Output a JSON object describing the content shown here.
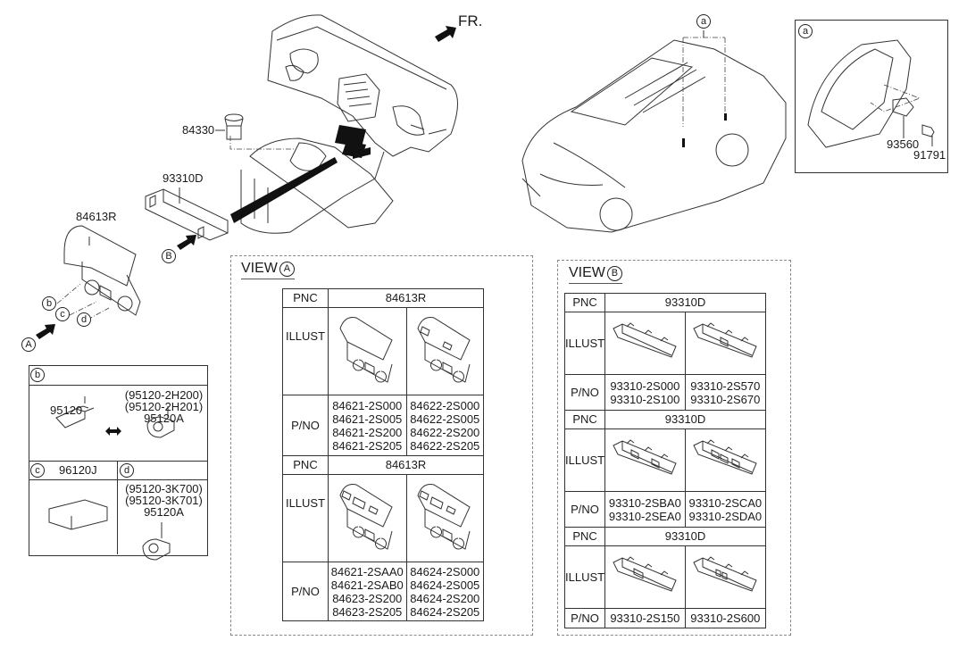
{
  "diagram": {
    "orientation_label": "FR.",
    "callouts": {
      "dash_panel_parts": [
        {
          "pnc": "84330"
        },
        {
          "pnc": "93310D"
        },
        {
          "pnc": "84613R"
        }
      ],
      "view_markers": [
        "A",
        "B"
      ],
      "location_markers": [
        "b",
        "c",
        "d"
      ],
      "car_marker": "a"
    },
    "detail_a": {
      "marker": "a",
      "parts": [
        "93560",
        "91791"
      ]
    },
    "detail_bcd": {
      "b": {
        "marker": "b",
        "left_part": "95120",
        "right_parts": [
          "(95120-2H200)",
          "(95120-2H201)",
          "95120A"
        ]
      },
      "c": {
        "marker": "c",
        "part": "96120J"
      },
      "d": {
        "marker": "d",
        "parts": [
          "(95120-3K700)",
          "(95120-3K701)",
          "95120A"
        ]
      }
    },
    "view_a": {
      "title": "VIEW",
      "marker": "A",
      "row_labels": {
        "pnc": "PNC",
        "illust": "ILLUST",
        "pno": "P/NO"
      },
      "blocks": [
        {
          "pnc": "84613R",
          "columns": [
            {
              "pno": [
                "84621-2S000",
                "84621-2S005",
                "84621-2S200",
                "84621-2S205"
              ]
            },
            {
              "pno": [
                "84622-2S000",
                "84622-2S005",
                "84622-2S200",
                "84622-2S205"
              ]
            }
          ]
        },
        {
          "pnc": "84613R",
          "columns": [
            {
              "pno": [
                "84621-2SAA0",
                "84621-2SAB0",
                "84623-2S200",
                "84623-2S205"
              ]
            },
            {
              "pno": [
                "84624-2S000",
                "84624-2S005",
                "84624-2S200",
                "84624-2S205"
              ]
            }
          ]
        }
      ]
    },
    "view_b": {
      "title": "VIEW",
      "marker": "B",
      "row_labels": {
        "pnc": "PNC",
        "illust": "ILLUST",
        "pno": "P/NO"
      },
      "blocks": [
        {
          "pnc": "93310D",
          "columns": [
            {
              "pno": [
                "93310-2S000",
                "93310-2S100"
              ]
            },
            {
              "pno": [
                "93310-2S570",
                "93310-2S670"
              ]
            }
          ]
        },
        {
          "pnc": "93310D",
          "columns": [
            {
              "pno": [
                "93310-2SBA0",
                "93310-2SEA0"
              ]
            },
            {
              "pno": [
                "93310-2SCA0",
                "93310-2SDA0"
              ]
            }
          ]
        },
        {
          "pnc": "93310D",
          "columns": [
            {
              "pno": [
                "93310-2S150"
              ]
            },
            {
              "pno": [
                "93310-2S600"
              ]
            }
          ]
        }
      ]
    }
  }
}
